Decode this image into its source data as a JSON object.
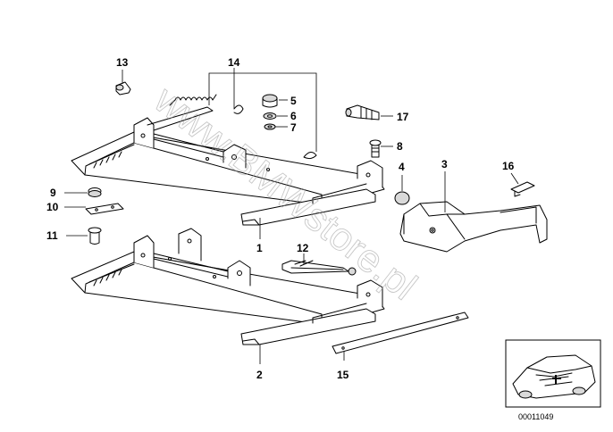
{
  "callouts": {
    "c1": "1",
    "c2": "2",
    "c3": "3",
    "c4": "4",
    "c5": "5",
    "c6": "6",
    "c7": "7",
    "c8": "8",
    "c9": "9",
    "c10": "10",
    "c11": "11",
    "c12": "12",
    "c13": "13",
    "c14": "14",
    "c15": "15",
    "c16": "16",
    "c17": "17"
  },
  "watermark": "www.BMWstore.pl",
  "diagram_number": "00011049",
  "icons": {
    "vehicle_thumbnail": "car-thumbnail-icon"
  }
}
